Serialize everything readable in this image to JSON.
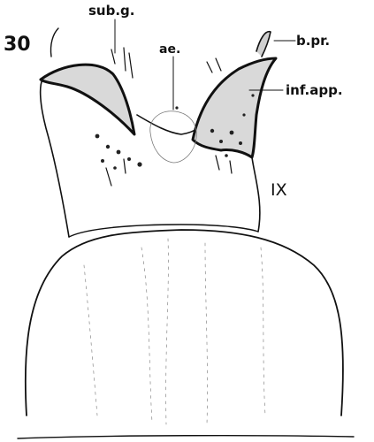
{
  "figure": {
    "number": "30",
    "labels": {
      "sub_g": "sub.g.",
      "ae": "ae.",
      "b_pr": "b.pr.",
      "inf_app": "inf.app.",
      "ix": "IX"
    }
  }
}
